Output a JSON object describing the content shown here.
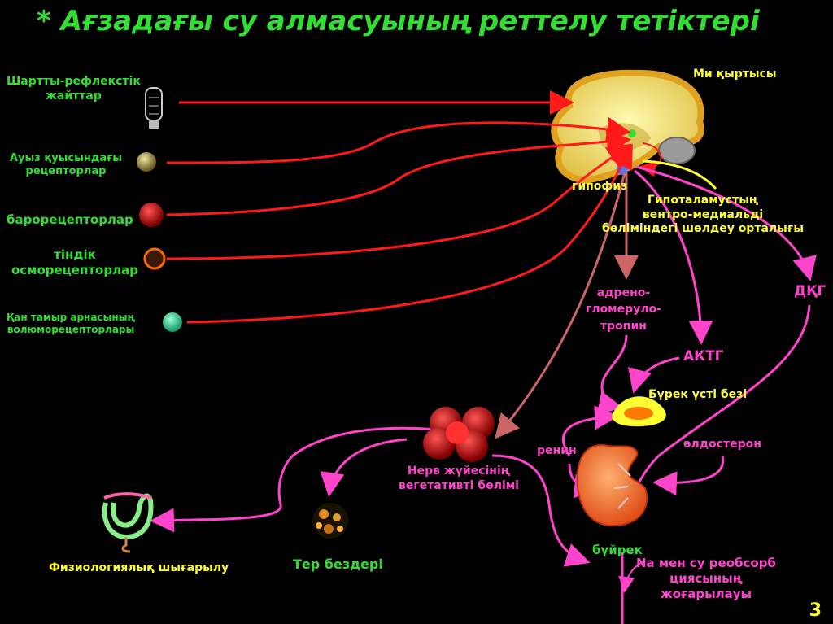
{
  "title": "* Ағзадағы су алмасуының реттелу тетіктері",
  "labels": {
    "conditioned_reflex": [
      "Шартты-рефлекстік",
      "жайттар"
    ],
    "mouth_receptors": [
      "Ауыз қуысындағы",
      "рецепторлар"
    ],
    "baroreceptors": "барорецепторлар",
    "osmoreceptors": [
      "тіндік",
      "осморецепторлар"
    ],
    "volumoreceptors": [
      "Қан тамыр арнасының",
      "волюморецепторлары"
    ],
    "cortex": "Ми қыртысы",
    "pituitary": "гипофиз",
    "thirst_center": [
      "Гипоталамустың",
      "вентро-медиальді",
      "бөліміндегі шөлдеу орталығы"
    ],
    "adh": "ДҚГ",
    "adrenoglomerulotropin": [
      "адрено-",
      "гломеруло-",
      "тропин"
    ],
    "acth": "АКТГ",
    "adrenal_gland": "Бүрек үсті безі",
    "renin": "ренин",
    "aldosterone": "әлдостерон",
    "autonomic_ns": [
      "Нерв жүйесінің",
      "вегетативті бөлімі"
    ],
    "physio_excretion": "Физиологиялық шығарылу",
    "sweat_glands": "Тер бездері",
    "kidney": "бүйрек",
    "reabsorption": [
      "Na мен су реобсорб",
      "циясының",
      "жоғарылауы"
    ]
  },
  "page_number": "3",
  "colors": {
    "background": "#000000",
    "title": "#33dd33",
    "yellow_text": "#ffff33",
    "magenta": "#ff44cc",
    "red_arrow": "#ff1a1a",
    "brown_arrow": "#cc6666"
  }
}
